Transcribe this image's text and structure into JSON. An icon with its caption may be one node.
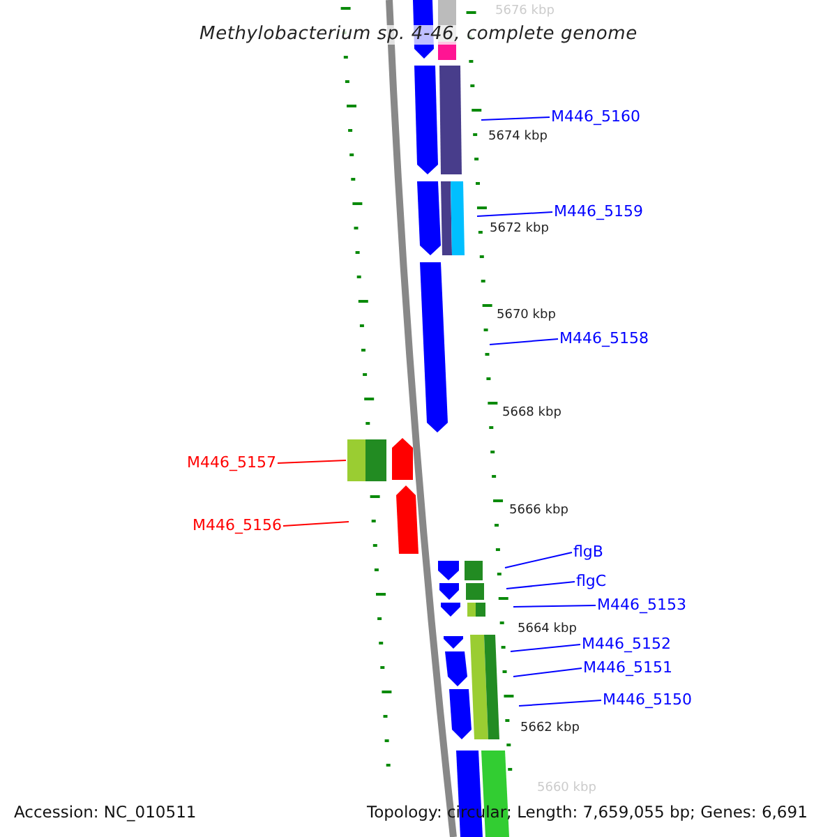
{
  "diagram": {
    "title": "Methylobacterium sp. 4-46, complete genome",
    "nodes": [
      {
        "text": [
          "M446_5160"
        ]
      },
      {
        "text": [
          "M446_5159"
        ]
      },
      {
        "text": [
          "M446_5158"
        ]
      },
      {
        "text": [
          "M446_5157"
        ]
      },
      {
        "text": [
          "M446_5156"
        ]
      },
      {
        "text": [
          "flgB"
        ]
      },
      {
        "text": [
          "flgC"
        ]
      },
      {
        "text": [
          "M446_5153"
        ]
      },
      {
        "text": [
          "M446_5152"
        ]
      },
      {
        "text": [
          "M446_5151"
        ]
      },
      {
        "text": [
          "M446_5150"
        ]
      }
    ],
    "edges": [
      {
        "from": 0,
        "to": null,
        "arrow": "none"
      },
      {
        "from": 1,
        "to": null,
        "arrow": "none"
      },
      {
        "from": 2,
        "to": null,
        "arrow": "none"
      },
      {
        "from": 3,
        "to": null,
        "arrow": "none",
        "color": "#ff0000"
      },
      {
        "from": 4,
        "to": null,
        "arrow": "none",
        "color": "#ff0000"
      },
      {
        "from": 5,
        "to": null,
        "arrow": "none"
      },
      {
        "from": 6,
        "to": null,
        "arrow": "none"
      },
      {
        "from": 7,
        "to": null,
        "arrow": "none"
      },
      {
        "from": 8,
        "to": null,
        "arrow": "none"
      },
      {
        "from": 9,
        "to": null,
        "arrow": "none"
      },
      {
        "from": 10,
        "to": null,
        "arrow": "none"
      }
    ],
    "labels": [
      "5676 kbp",
      "5674 kbp",
      "5672 kbp",
      "5670 kbp",
      "5668 kbp",
      "5666 kbp",
      "5664 kbp",
      "5662 kbp",
      "5660 kbp",
      "Accession: NC_010511",
      "Topology: circular; Length: 7,659,055 bp; Genes: 6,691"
    ]
  }
}
